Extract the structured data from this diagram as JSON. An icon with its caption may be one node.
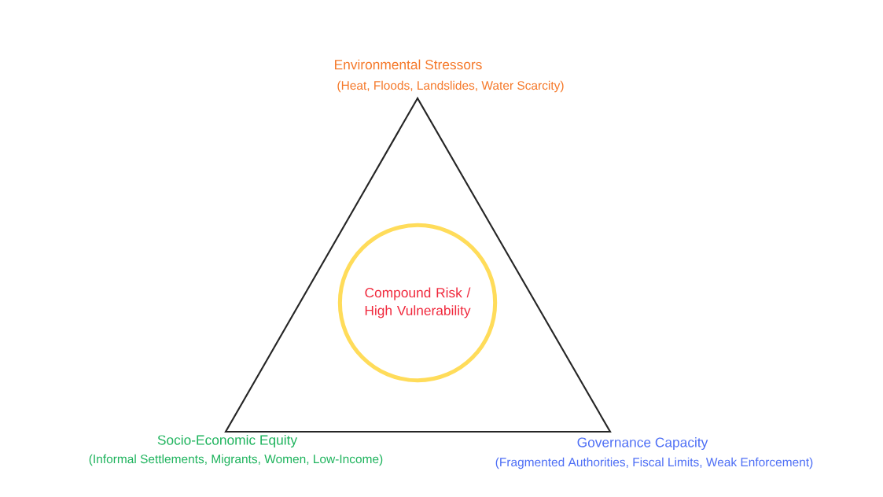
{
  "diagram": {
    "nodes": [
      {
        "text": [],
        "shape": "triangle"
      },
      {
        "text": [
          "Compound Risk / High Vulnerability"
        ],
        "in": 0
      }
    ],
    "labels": [
      "Environmental Stressors",
      "(Heat, Floods, Landslides, Water Scarcity)",
      "Socio-Economic Equity",
      "(Informal Settlements, Migrants, Women, Low-Income)",
      "Governance Capacity",
      "(Fragmented Authorities, Fiscal Limits, Weak Enforcement)"
    ]
  }
}
